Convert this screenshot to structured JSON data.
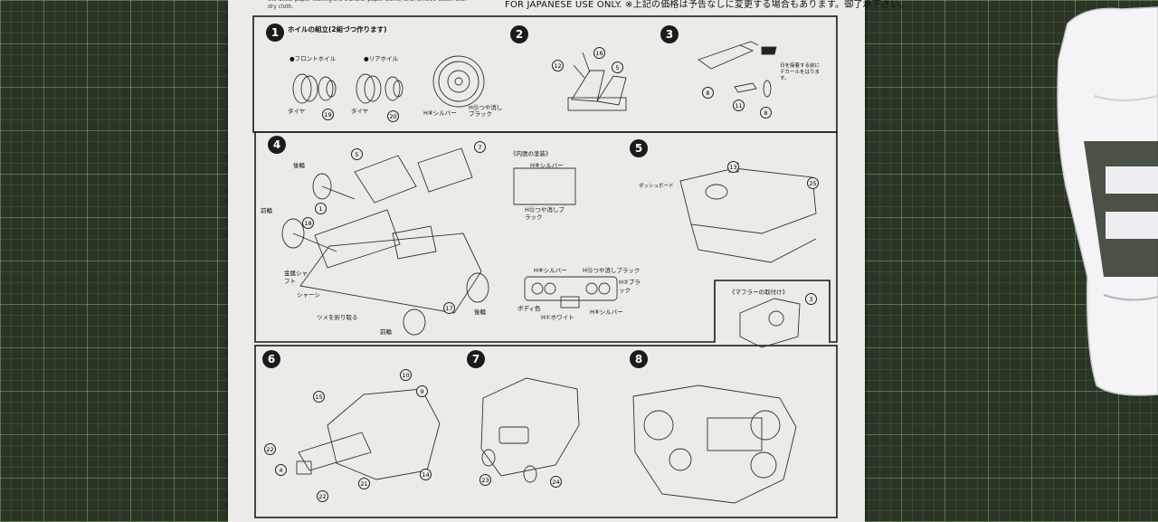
{
  "sheet": {
    "top_note": "the decal paper leaving the transfer paper alone, and remove water with dry cloth.",
    "japanese_notice": "FOR JAPANESE USE ONLY. ※上記の価格は予告なしに変更する場合もあります。御了承下さい。",
    "step1_title": "ホイルの組立(2組づつ作ります)",
    "labels": {
      "front_wheel": "●フロントホイル",
      "rear_wheel": "●リアホイル",
      "tire_a": "タイヤ",
      "tire_b": "タイヤ",
      "h8_silver_1": "H⑧シルバー",
      "h12_semigloss_1": "H⑫つや消しブラック",
      "step3_note": "日を接着する前にデカールをはります。",
      "rear_wheel_4": "後輪",
      "front_wheel_4": "前輪",
      "metal_shaft": "金属シャフト",
      "chassis": "シャーシ",
      "bend_tabs": "ツメを折り取る",
      "front_wheel_4b": "前輪",
      "rear_wheel_4b": "後輪",
      "interior_paint": "《内張の塗装》",
      "h8_silver_2": "H⑧シルバー",
      "h12_semigloss_2": "H⑫つや消しブラック",
      "dashboard": "ダッシュボード",
      "muffler_attach": "《マフラーの取付け》",
      "grille_h8": "H⑧シルバー",
      "grille_h12": "H⑫つや消しブラック",
      "grille_h2": "H②ブラック",
      "body_color": "ボディ色",
      "h1_white": "H①ホワイト",
      "grille_h8b": "H⑧シルバー"
    },
    "steps": [
      "1",
      "2",
      "3",
      "4",
      "5",
      "6",
      "7",
      "8"
    ],
    "parts": {
      "p19": "19",
      "p20": "20",
      "p16": "16",
      "p12": "12",
      "p5a": "5",
      "p8a": "8",
      "p11": "11",
      "p8b": "8",
      "p5b": "5",
      "p7": "7",
      "p1": "1",
      "p18": "18",
      "p17": "17",
      "p13": "13",
      "p25": "25",
      "p3": "3",
      "p15": "15",
      "p10": "10",
      "p9": "9",
      "p22a": "22",
      "p4": "4",
      "p21": "21",
      "p14": "14",
      "p22b": "22",
      "p23": "23",
      "p24": "24"
    }
  }
}
